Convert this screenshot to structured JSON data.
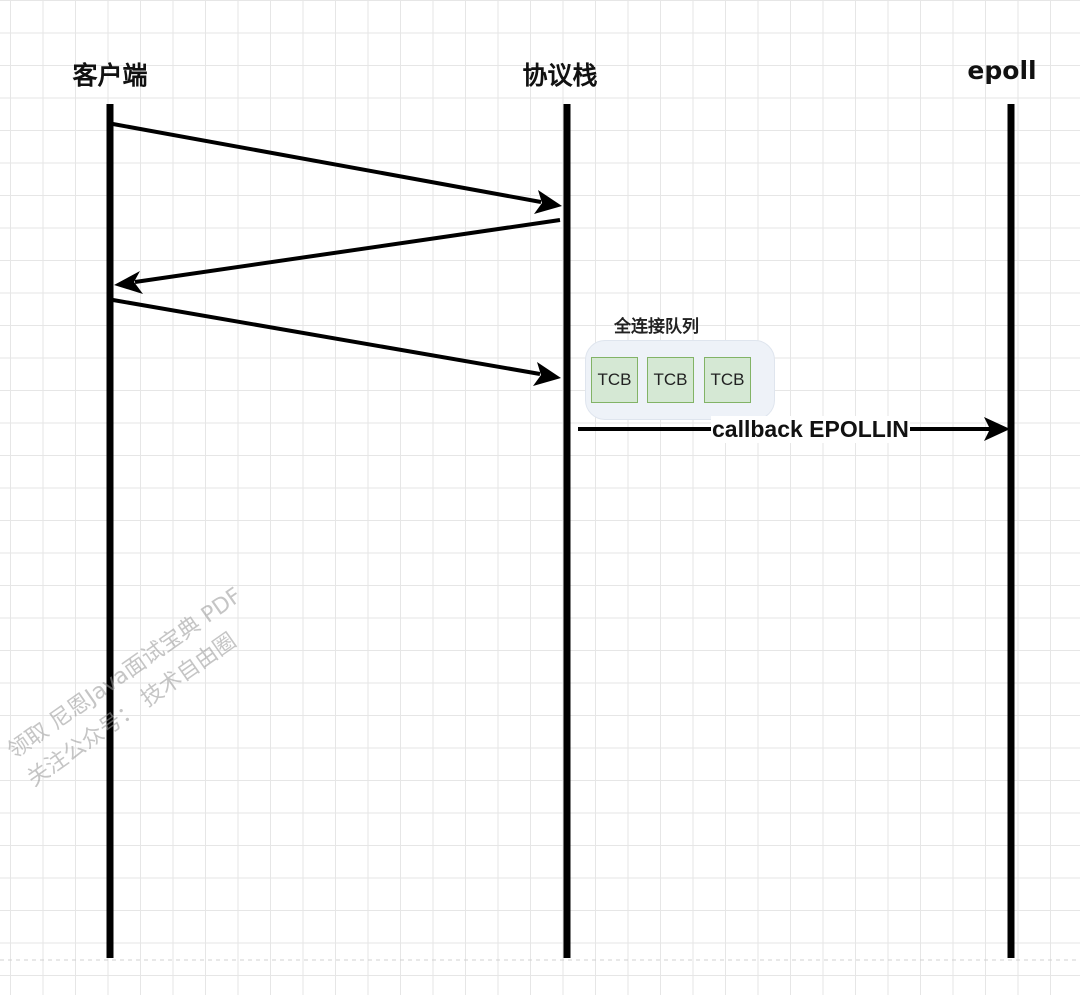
{
  "lanes": {
    "client": "客户端",
    "stack": "协议栈",
    "epoll": "epoll"
  },
  "queue": {
    "title": "全连接队列",
    "items": [
      "TCB",
      "TCB",
      "TCB"
    ]
  },
  "callback": {
    "label": "callback EPOLLIN"
  },
  "watermark": {
    "line1": "领取 尼恩Java面试宝典 PDF",
    "line2": "关注公众号： 技术自由圈"
  },
  "colors": {
    "grid": "#e6e6e6",
    "line": "#000000",
    "tcb_fill": "#d5e8d4",
    "tcb_border": "#82b366",
    "queue_fill": "#eef2f8"
  }
}
